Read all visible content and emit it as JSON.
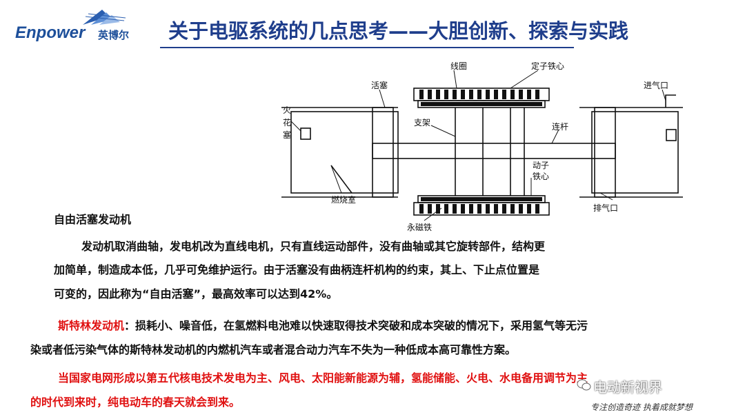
{
  "logo": {
    "brand": "Enpower",
    "brand_cn": "英博尔"
  },
  "title": "关于电驱系统的几点思考——大胆创新、探索与实践",
  "diagram": {
    "labels": {
      "coil": "线圈",
      "stator_core": "定子铁心",
      "piston": "活塞",
      "spark_plug_1": "火",
      "spark_plug_2": "花",
      "spark_plug_3": "塞",
      "support": "支架",
      "connecting_rod": "连杆",
      "intake": "进气口",
      "rotor_core_1": "动子",
      "rotor_core_2": "铁心",
      "combustion_chamber": "燃烧室",
      "exhaust": "排气口",
      "permanent_magnet": "永磁铁"
    }
  },
  "section1": {
    "heading": "自由活塞发动机",
    "lines": [
      "发动机取消曲轴，发电机改为直线电机，只有直线运动部件，没有曲轴或其它旋转部件，结构更",
      "加简单，制造成本低，几乎可免维护运行。由于活塞没有曲柄连杆机构的约束，其上、下止点位置是",
      "可变的，因此称为“自由活塞”，最高效率可以达到42%。"
    ]
  },
  "section2": {
    "heading": "斯特林发动机",
    "line1_rest": "：损耗小、噪音低，在氢燃料电池难以快速取得技术突破和成本突破的情况下，采用氢气等无污",
    "line2": "染或者低污染气体的斯特林发动机的内燃机汽车或者混合动力汽车不失为一种低成本高可靠性方案。"
  },
  "section3": {
    "line1": "当国家电网形成以第五代核电技术发电为主、风电、太阳能新能源为辅，氢能储能、火电、水电备用调节为主",
    "line2": "的时代到来时，纯电动车的春天就会到来。"
  },
  "watermark": {
    "text": "电动新视界",
    "slogan": "专注创造奇迹 执着成就梦想"
  }
}
